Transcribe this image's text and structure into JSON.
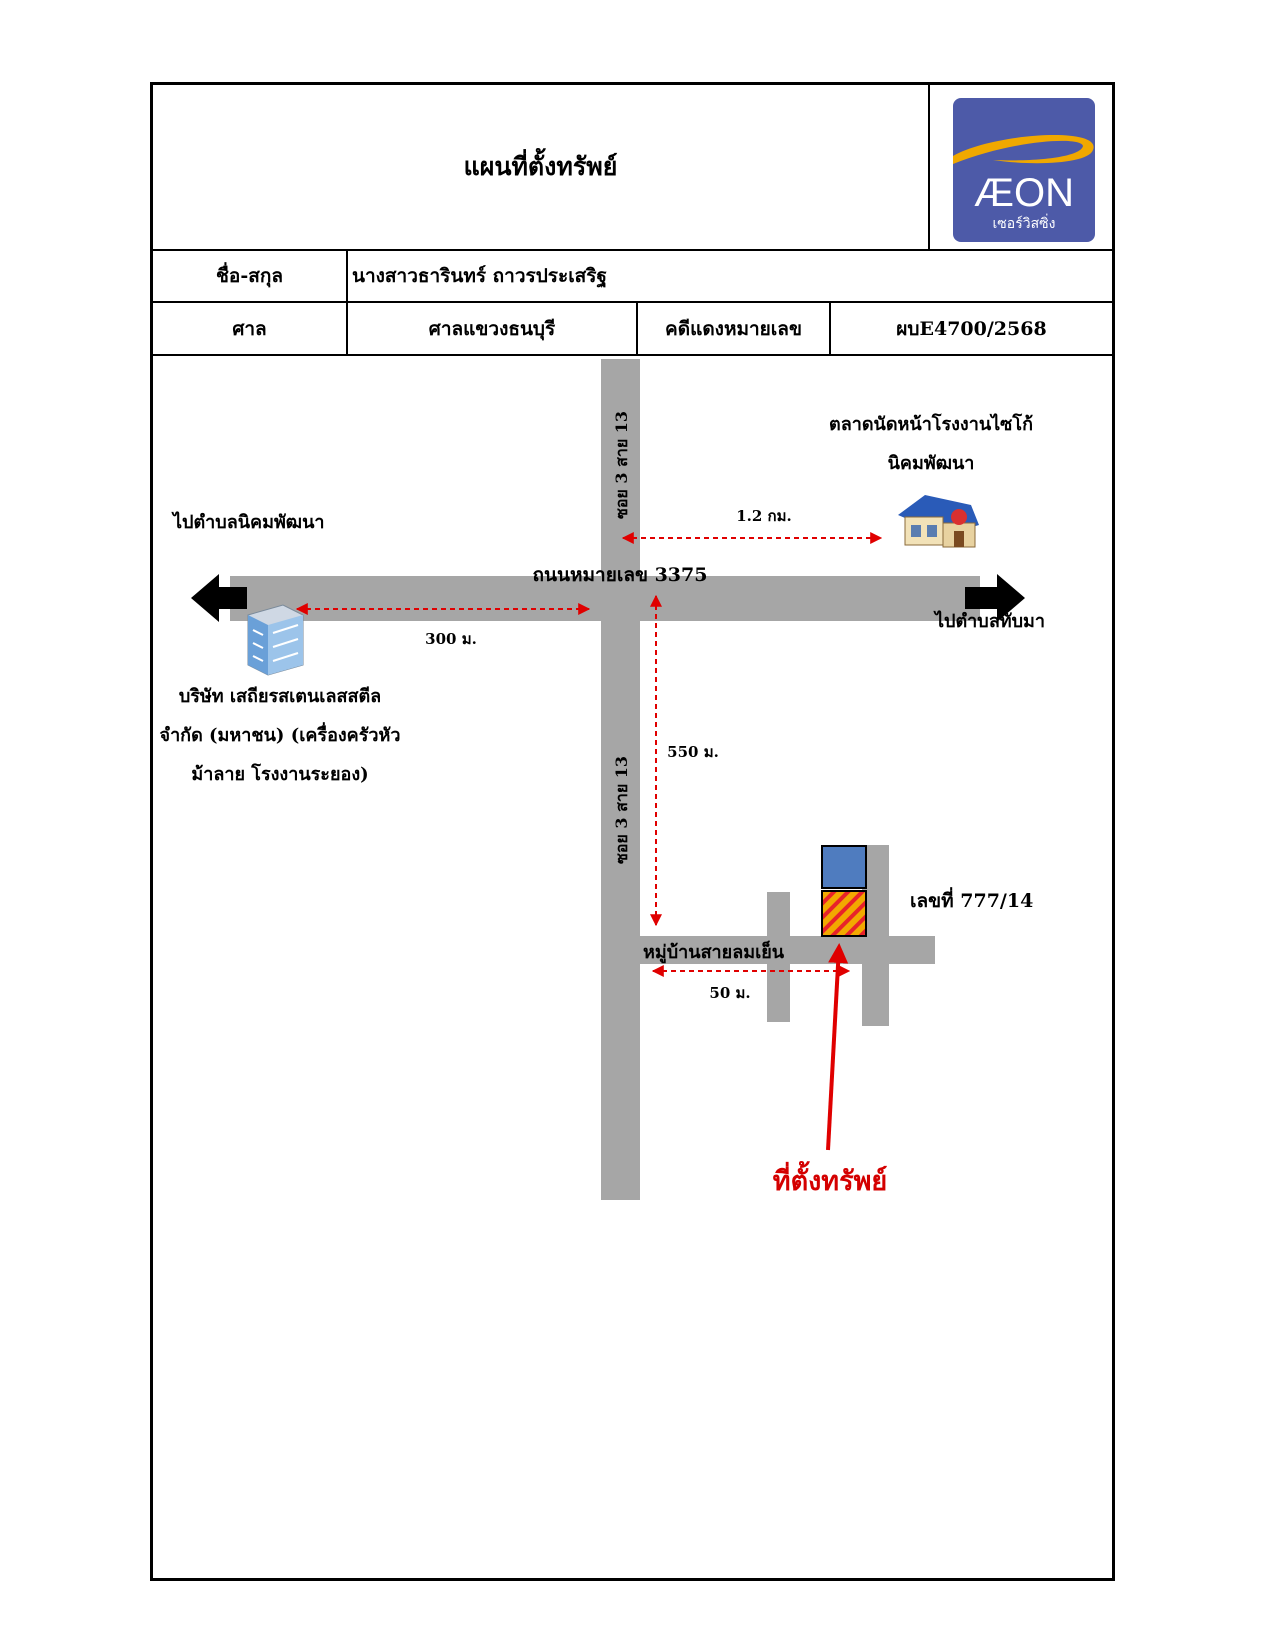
{
  "header": {
    "title": "แผนที่ตั้งทรัพย์",
    "logo": {
      "brand": "ÆON",
      "subtitle": "เซอร์วิสซิ่ง",
      "colors": {
        "background": "#4d5aa8",
        "swoosh": "#f0a800",
        "text": "#ffffff"
      }
    }
  },
  "info": {
    "name_label": "ชื่อ-สกุล",
    "name_value": "นางสาวธารินทร์ ถาวรประเสริฐ",
    "court_label": "ศาล",
    "court_value": "ศาลแขวงธนบุรี",
    "case_label": "คดีแดงหมายเลข",
    "case_value": "ผบE4700/2568"
  },
  "map": {
    "main_road": "ถนนหมายเลข 3375",
    "soi_upper": "ซอย 3 สาย 13",
    "soi_lower": "ซอย 3 สาย 13",
    "village_road": "หมู่บ้านสายลมเย็น",
    "left_direction": "ไปตำบลนิคมพัฒนา",
    "right_direction": "ไปตำบลทับมา",
    "market_line1": "ตลาดนัดหน้าโรงงานไซโก้",
    "market_line2": "นิคมพัฒนา",
    "company_line1": "บริษัท เสถียรสเตนเลสสตีล",
    "company_line2": "จำกัด (มหาชน) (เครื่องครัวหัว",
    "company_line3": "ม้าลาย โรงงานระยอง)",
    "dist_market": "1.2 กม.",
    "dist_company": "300 ม.",
    "dist_soi": "550 ม.",
    "dist_village": "50 ม.",
    "house_no": "เลขที่ 777/14",
    "property_label": "ที่ตั้งทรัพย์",
    "colors": {
      "road": "#a6a6a6",
      "distance": "#e00000",
      "property_label": "#d40000",
      "house": "#4f7cbf",
      "property_fill": "#f2a900"
    }
  }
}
